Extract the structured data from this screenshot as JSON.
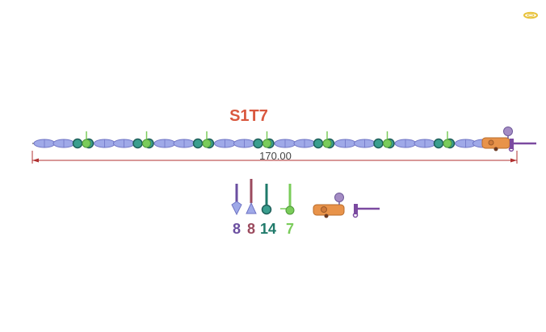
{
  "title": "S1T7",
  "dimension": "170.00",
  "legend": [
    {
      "kind": "bicone",
      "count": "8",
      "color": "#6b4fa0"
    },
    {
      "kind": "rondelle",
      "count": "8",
      "color": "#9b4a5e"
    },
    {
      "kind": "round",
      "count": "14",
      "color": "#1f7a6a"
    },
    {
      "kind": "spacer",
      "count": "7",
      "color": "#7acc5a"
    }
  ],
  "colors": {
    "title": "#d9583f",
    "bicone_fill": "#9fa9e8",
    "bicone_stroke": "#6f74c4",
    "round_fill": "#3a9e8e",
    "round_stroke": "#1f5f5a",
    "spacer": "#7acc5a",
    "clasp": "#e8934a",
    "clasp_ring": "#a48cc4",
    "toggle_bar": "#7b4aa0",
    "dimension_line": "#b03030",
    "strand": "#333333"
  },
  "icons": [
    "bicone-bead-icon",
    "rondelle-bead-icon",
    "round-bead-icon",
    "spacer-bead-icon",
    "lobster-clasp-icon",
    "toggle-bar-icon",
    "ring-icon"
  ]
}
